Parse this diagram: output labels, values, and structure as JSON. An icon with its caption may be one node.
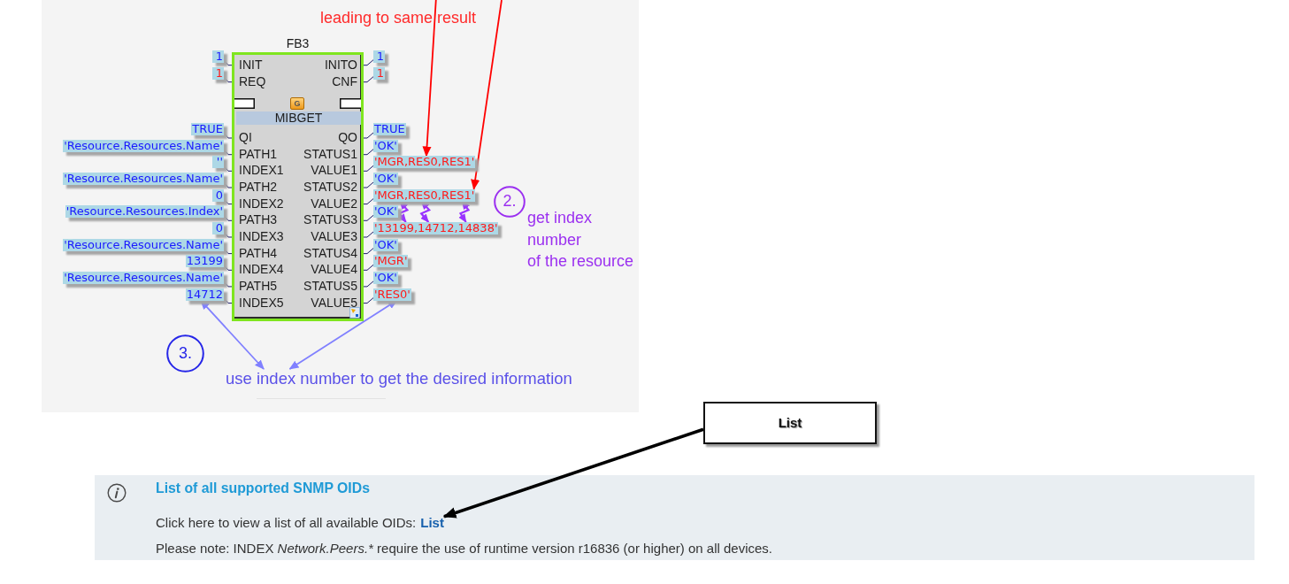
{
  "diagram": {
    "nodes": [
      {
        "text": [
          "FB3",
          "INIT",
          "INITO",
          "REQ",
          "CNF",
          "QI",
          "QO",
          "PATH1",
          "STATUS1",
          "INDEX1",
          "VALUE1",
          "PATH2",
          "STATUS2",
          "INDEX2",
          "VALUE2",
          "PATH3",
          "STATUS3",
          "INDEX3",
          "VALUE3",
          "PATH4",
          "STATUS4",
          "INDEX4",
          "VALUE4",
          "PATH5",
          "STATUS5",
          "INDEX5",
          "VALUE5"
        ]
      },
      {
        "text": [
          "G"
        ],
        "in": 0
      },
      {
        "text": [
          "MIBGET"
        ],
        "in": 0
      },
      {
        "text": [
          "1"
        ]
      },
      {
        "text": [
          "1"
        ]
      },
      {
        "text": [
          "TRUE"
        ]
      },
      {
        "text": [
          "'Resource.Resources.Name'"
        ]
      },
      {
        "text": [
          "''"
        ]
      },
      {
        "text": [
          "'Resource.Resources.Name'"
        ]
      },
      {
        "text": [
          "0"
        ]
      },
      {
        "text": [
          "'Resource.Resources.Index'"
        ]
      },
      {
        "text": [
          "0"
        ]
      },
      {
        "text": [
          "'Resource.Resources.Name'"
        ]
      },
      {
        "text": [
          "13199"
        ]
      },
      {
        "text": [
          "'Resource.Resources.Name'"
        ]
      },
      {
        "text": [
          "14712"
        ]
      },
      {
        "text": [
          "1"
        ]
      },
      {
        "text": [
          "1"
        ]
      },
      {
        "text": [
          "TRUE"
        ]
      },
      {
        "text": [
          "'OK'"
        ]
      },
      {
        "text": [
          "'MGR,RES0,RES1'"
        ]
      },
      {
        "text": [
          "'OK'"
        ]
      },
      {
        "text": [
          "'MGR,RES0,RES1'"
        ]
      },
      {
        "text": [
          "'OK'"
        ]
      },
      {
        "text": [
          "'13199,14712,14838'"
        ]
      },
      {
        "text": [
          "'OK'"
        ]
      },
      {
        "text": [
          "'MGR'"
        ]
      },
      {
        "text": [
          "'OK'"
        ]
      },
      {
        "text": [
          "'RES0'"
        ]
      },
      {
        "text": [
          "2."
        ],
        "beside": [
          "get index number of the resource"
        ]
      },
      {
        "text": [
          "3."
        ]
      },
      {
        "text": [
          "use index number to get the desired information"
        ]
      },
      {
        "text": [
          "List"
        ]
      },
      {
        "text": [
          "List of all supported SNMP OIDs",
          "Click here to view a list of all available OIDs:",
          "Please note: INDEX Network.Peers.* require the use of runtime version r16836 (or higher) on all devices."
        ]
      },
      {
        "text": [
          "List"
        ],
        "in": 33
      }
    ],
    "edges": [
      {
        "from": 3,
        "to": 0,
        "arrow": "none"
      },
      {
        "from": 4,
        "to": 0,
        "arrow": "none"
      },
      {
        "from": 5,
        "to": 0,
        "arrow": "none"
      },
      {
        "from": 6,
        "to": 0,
        "arrow": "none"
      },
      {
        "from": 7,
        "to": 0,
        "arrow": "none"
      },
      {
        "from": 8,
        "to": 0,
        "arrow": "none"
      },
      {
        "from": 9,
        "to": 0,
        "arrow": "none"
      },
      {
        "from": 10,
        "to": 0,
        "arrow": "none"
      },
      {
        "from": 11,
        "to": 0,
        "arrow": "none"
      },
      {
        "from": 12,
        "to": 0,
        "arrow": "none"
      },
      {
        "from": 13,
        "to": 0,
        "arrow": "none"
      },
      {
        "from": 14,
        "to": 0,
        "arrow": "none"
      },
      {
        "from": 15,
        "to": 0,
        "arrow": "none"
      },
      {
        "from": 0,
        "to": 16,
        "arrow": "none"
      },
      {
        "from": 0,
        "to": 17,
        "arrow": "none"
      },
      {
        "from": 0,
        "to": 18,
        "arrow": "none"
      },
      {
        "from": 0,
        "to": 19,
        "arrow": "none"
      },
      {
        "from": 0,
        "to": 20,
        "arrow": "none"
      },
      {
        "from": 0,
        "to": 21,
        "arrow": "none"
      },
      {
        "from": 0,
        "to": 22,
        "arrow": "none"
      },
      {
        "from": 0,
        "to": 23,
        "arrow": "none"
      },
      {
        "from": 0,
        "to": 24,
        "arrow": "none"
      },
      {
        "from": 0,
        "to": 25,
        "arrow": "none"
      },
      {
        "from": 0,
        "to": 26,
        "arrow": "none"
      },
      {
        "from": 0,
        "to": 27,
        "arrow": "none"
      },
      {
        "from": 0,
        "to": 28,
        "arrow": "none"
      },
      {
        "from": null,
        "to": 20,
        "arrow": "to",
        "color": "#ff0000"
      },
      {
        "from": null,
        "to": 22,
        "arrow": "to",
        "color": "#ff0000"
      },
      {
        "from": 22,
        "to": 24,
        "arrow": "both",
        "color": "#9933ff"
      },
      {
        "from": 22,
        "to": 24,
        "arrow": "both",
        "color": "#9933ff"
      },
      {
        "from": 22,
        "to": 24,
        "arrow": "both",
        "color": "#9933ff"
      },
      {
        "from": 31,
        "to": 15,
        "arrow": "both",
        "color": "#8080ff"
      },
      {
        "from": 31,
        "to": 28,
        "arrow": "both",
        "color": "#8080ff"
      },
      {
        "from": 32,
        "to": 34,
        "arrow": "to",
        "style": "thick",
        "color": "#000000"
      }
    ],
    "labels": [
      "leading to same result"
    ]
  }
}
